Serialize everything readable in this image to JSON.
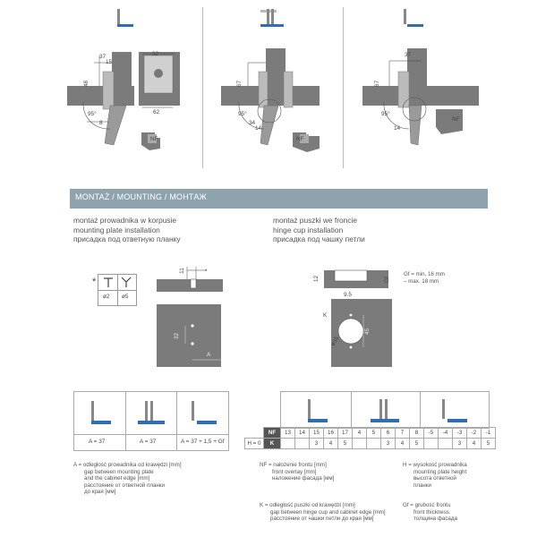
{
  "section": {
    "title": "MONTAŻ / MOUNTING / МОНТАЖ"
  },
  "left_heading": {
    "pl": "montaż prowadnika w korpusie",
    "en": "mounting plate installation",
    "ru": "присадка под ответную планку"
  },
  "right_heading": {
    "pl": "montaż puszki we froncie",
    "en": "hinge cup installation",
    "ru": "присадка под чашку петли"
  },
  "top_dims": {
    "d1": {
      "v37": "37",
      "v15": "15",
      "v48": "48",
      "v32": "32",
      "v62": "62",
      "v8": "8",
      "deg": "95°",
      "nf": "NF"
    },
    "d2": {
      "v67": "67",
      "v34": "34",
      "v14": "14",
      "deg": "95°",
      "nf": "NF"
    },
    "d3": {
      "v37": "37",
      "v67": "67",
      "v14": "14",
      "deg": "95°",
      "nf": "NF"
    }
  },
  "drill_icons": {
    "star": "*",
    "d2": "ø2",
    "d5": "ø5"
  },
  "plate_drawing": {
    "top1": "11",
    "top2": "*",
    "side": "32",
    "a": "A"
  },
  "cup_drawing": {
    "d12": "12",
    "gf": "Gf",
    "v95": "9.5",
    "k": "K",
    "v45": "45",
    "d35": "ø35"
  },
  "gf_note": {
    "line1": "Gf = min. 16 mm",
    "line2": "– max. 18 mm"
  },
  "left_table": {
    "values": [
      "A = 37",
      "A = 37",
      "A = 37 + 1,5 + Gf"
    ]
  },
  "nf_table": {
    "nf_label": "NF",
    "h_label": "H = 0",
    "k_label": "K",
    "nf_values": [
      "13",
      "14",
      "15",
      "16",
      "17",
      "4",
      "5",
      "6",
      "7",
      "8",
      "-5",
      "-4",
      "-3",
      "-2",
      "-1"
    ],
    "k_values": [
      "",
      "",
      "3",
      "4",
      "5",
      "",
      "",
      "3",
      "4",
      "5",
      "",
      "",
      "3",
      "4",
      "5"
    ]
  },
  "legend": {
    "a": [
      "A = odległość prowadnika od krawędzi [mm]",
      "gap between mounting plate",
      "and the cabinet edge [mm]",
      "расстояние от ответной планки",
      "до края [мм]"
    ],
    "nf": [
      "NF = nałożenie frontu [mm]",
      "front overlay [mm]",
      "наложение фасада [мм]"
    ],
    "k": [
      "K = odległość puszki od krawędzi [mm]",
      "gap between hinge cup and cabinet edge [mm]",
      "расстояние от чашки петли до края [мм]"
    ],
    "h": [
      "H = wysokość prowadnika",
      "mounting plate height",
      "высота ответной",
      "планки"
    ],
    "gf": [
      "Gf = grubość frontu",
      "front thickness",
      "толщина фасада"
    ]
  },
  "colors": {
    "bar": "#8ea3ad",
    "blue": "#2f6db5",
    "grey": "#7b7b7b",
    "dark": "#555555"
  }
}
